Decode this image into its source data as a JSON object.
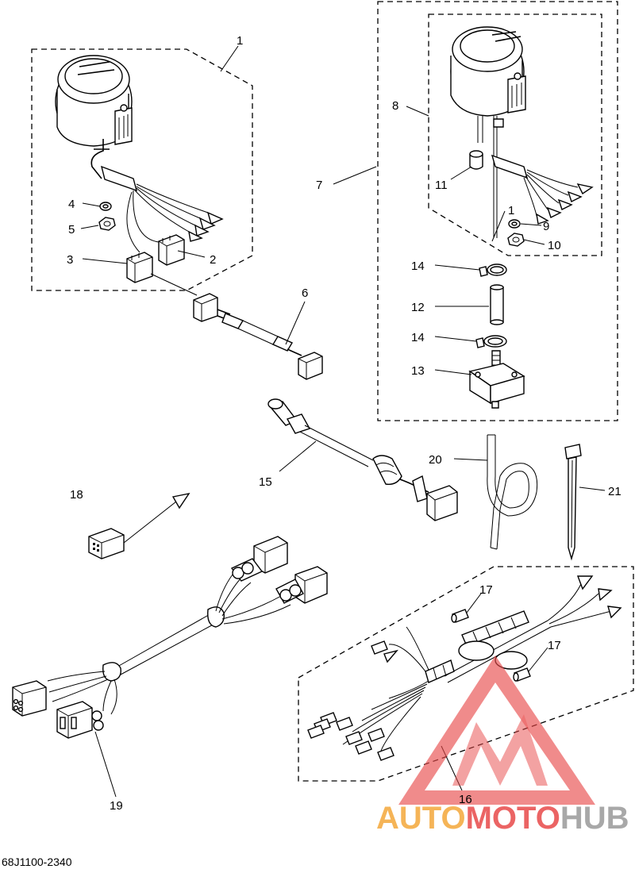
{
  "diagram_code": "68J1100-2340",
  "watermark": {
    "brand_part1": "AUTO",
    "brand_part2": "MOTO",
    "brand_part3": "HUB",
    "color_orange": "#f4a83a",
    "color_red": "#e84a4a",
    "color_gray": "#9a9a9a"
  },
  "callouts": {
    "c1": "1",
    "c2": "2",
    "c3": "3",
    "c4": "4",
    "c5": "5",
    "c6": "6",
    "c7": "7",
    "c8": "8",
    "c9": "9",
    "c10": "10",
    "c11": "11",
    "c12": "12",
    "c13": "13",
    "c14a": "14",
    "c14b": "14",
    "c15": "15",
    "c16": "16",
    "c17a": "17",
    "c17b": "17",
    "c18": "18",
    "c19": "19",
    "c20": "20",
    "c21": "21",
    "c1b": "1"
  }
}
